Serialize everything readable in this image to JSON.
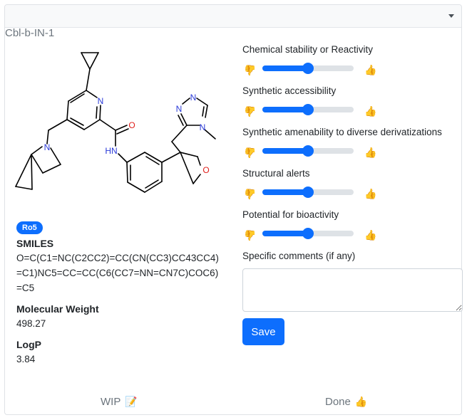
{
  "molecule": {
    "name": "Cbl-b-IN-1",
    "badge": "Ro5",
    "smiles_label": "SMILES",
    "smiles": "O=C(C1=NC(C2CC2)=CC(CN(CC3)CC43CC4)=C1)NC5=CC=CC(C6(CC7=NN=CN7C)COC6)=C5",
    "mw_label": "Molecular Weight",
    "mw": "498.27",
    "logp_label": "LogP",
    "logp": "3.84",
    "atom_labels": {
      "n_pyridine": "N",
      "o_amide": "O",
      "nh": "HN",
      "n_pyrrolidine": "N",
      "n_triazole_1": "N",
      "n_triazole_2": "N",
      "n_triazole_3": "N",
      "o_oxetane": "O"
    }
  },
  "questions": [
    {
      "label": "Chemical stability or Reactivity",
      "value": 0.5
    },
    {
      "label": "Synthetic accessibility",
      "value": 0.5
    },
    {
      "label": "Synthetic amenability to diverse derivatizations",
      "value": 0.5
    },
    {
      "label": "Structural alerts",
      "value": 0.5
    },
    {
      "label": "Potential for bioactivity",
      "value": 0.5
    }
  ],
  "comments": {
    "label": "Specific comments (if any)",
    "value": ""
  },
  "save_label": "Save",
  "footer": {
    "wip_label": "WIP",
    "done_label": "Done"
  },
  "icons": {
    "thumb_down": "👍",
    "thumb_up": "👍",
    "wip": "📝",
    "done": "👍",
    "dropdown": "caret-down-icon"
  },
  "colors": {
    "accent": "#0d6efd",
    "nitrogen": "#2a3ad8",
    "oxygen": "#e0201c"
  }
}
